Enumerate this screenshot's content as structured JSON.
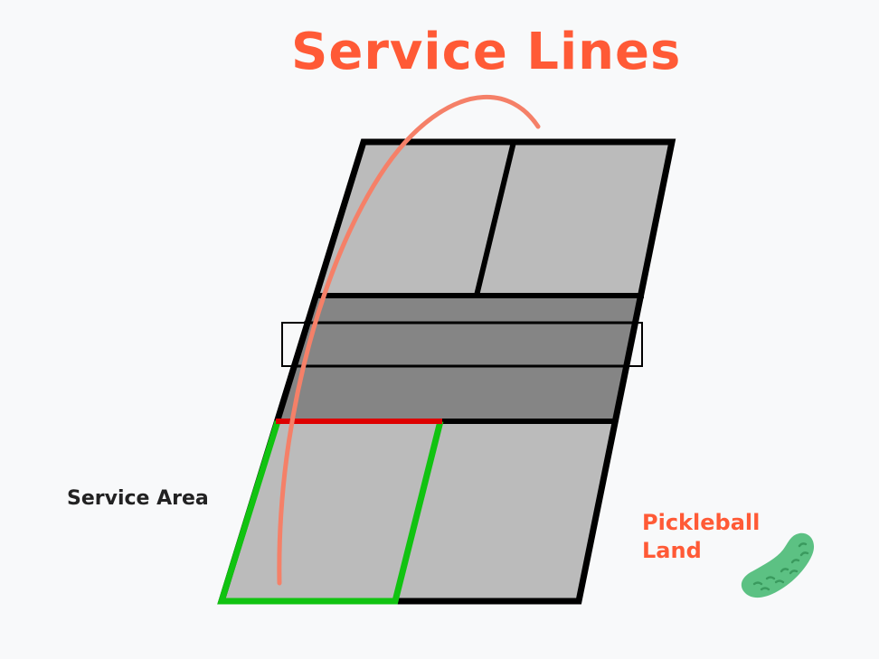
{
  "title": "Service Lines",
  "labels": {
    "service_area": "Service Area"
  },
  "brand": {
    "line1": "Pickleball",
    "line2": "Land",
    "icon": "pickle-icon"
  },
  "colors": {
    "background": "#f8f9fa",
    "title": "#ff5a36",
    "court_surface": "#bbbbbb",
    "kitchen_zone": "#858585",
    "court_lines": "#000000",
    "service_line_highlight": "#dd0000",
    "service_area_outline": "#11c311",
    "ball_path": "#f58068",
    "label_text": "#222222",
    "brand_text": "#ff5a36",
    "pickle_body": "#5cc183",
    "pickle_bumps": "#3a9a5e"
  }
}
